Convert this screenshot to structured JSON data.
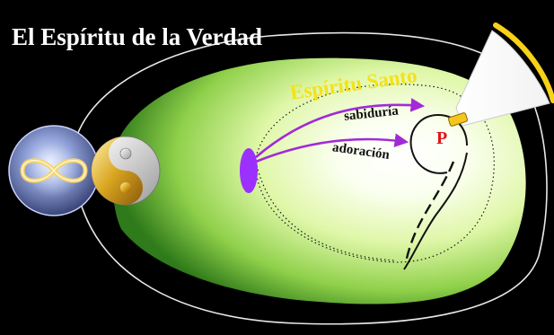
{
  "title": "El Espíritu de la Verdad",
  "halo_label": "Espíritu Santo",
  "path_upper_label": "sabiduría",
  "path_lower_label": "adoración",
  "center_letter": "P",
  "colors": {
    "background": "#000000",
    "halo_core": "#ffffff",
    "halo_mid": "#dff7a8",
    "halo_edge": "#2f7a1a",
    "arrow": "#a22ad6",
    "source_ellipse": "#9b30ff",
    "cone_band": "#f7d11a",
    "p_letter": "#e0141c"
  },
  "icons": {
    "infinity_emblem": "infinity-icon",
    "yin_yang": "yin-yang-icon"
  }
}
